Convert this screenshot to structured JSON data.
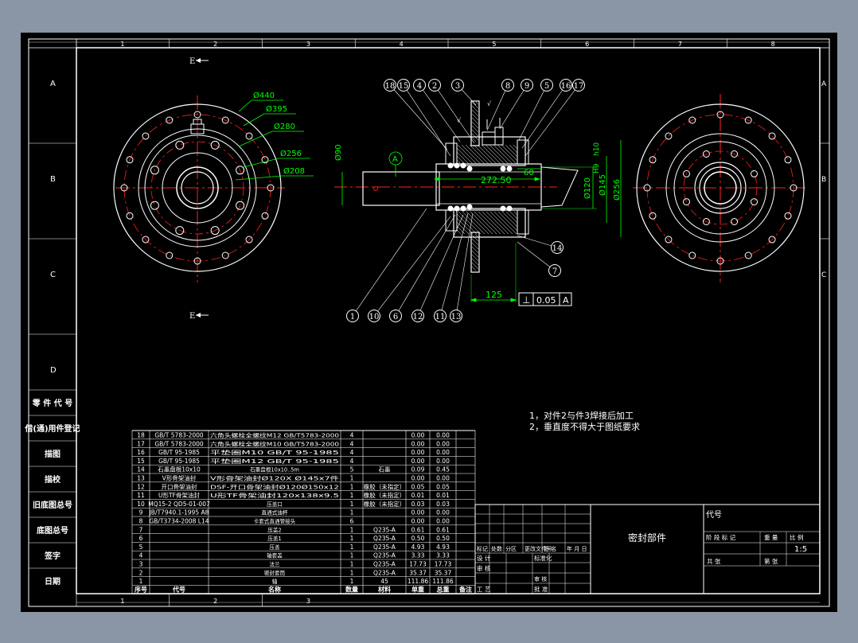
{
  "border": {
    "cols": [
      "1",
      "2",
      "3",
      "4",
      "5",
      "6",
      "7",
      "8"
    ],
    "rows": [
      "A",
      "B",
      "C",
      "D"
    ],
    "bottom_cols": [
      "1",
      "2",
      "3"
    ]
  },
  "left_panel": [
    "零 件 代 号",
    "借(通)用件登记",
    "描图",
    "描校",
    "旧底图总号",
    "底图总号",
    "签字",
    "日期"
  ],
  "section_marks": {
    "top": "E",
    "bottom": "E"
  },
  "front_view_dims": [
    "Ø440",
    "Ø395",
    "Ø280",
    "Ø256",
    "Ø208"
  ],
  "section_dims": {
    "d90": "Ø90",
    "len": "272.50",
    "w60": "60",
    "d120": "Ø120",
    "h9": "H9",
    "h10": "h10",
    "d145": "Ø145",
    "d256": "Ø256",
    "ra": "√",
    "dist125": "125",
    "tol_sym": "⊥",
    "tol_val": "0.05",
    "tol_ref": "A",
    "datum": "A"
  },
  "balloons_top": [
    "18",
    "15",
    "4",
    "2",
    "3",
    "8",
    "9",
    "5",
    "16",
    "17"
  ],
  "balloons_bottom": [
    "1",
    "10",
    "6",
    "12",
    "11",
    "13"
  ],
  "balloons_side": [
    "14",
    "7"
  ],
  "notes": [
    "1，对件2与件3焊接后加工",
    "2，垂直度不得大于图纸要求"
  ],
  "bom": {
    "headers": [
      "序号",
      "代号",
      "名称",
      "数量",
      "材料",
      "单重",
      "总重",
      "备注"
    ],
    "rows": [
      [
        "18",
        "GB/T 5783-2000",
        "六角头螺栓全螺纹M12 GB/T5783-2000",
        "4",
        "",
        "0.00",
        "0.00",
        ""
      ],
      [
        "17",
        "GB/T 5783-2000",
        "六角头螺栓全螺纹M10 GB/T5783-2000",
        "4",
        "",
        "0.00",
        "0.00",
        ""
      ],
      [
        "16",
        "GB/T 95-1985",
        "平垫圈M10 GB/T 95-1985",
        "4",
        "",
        "0.00",
        "0.00",
        ""
      ],
      [
        "15",
        "GB/T 95-1985",
        "平垫圈M12 GB/T 95-1985",
        "4",
        "",
        "0.00",
        "0.00",
        ""
      ],
      [
        "14",
        "石墨盘根10x10",
        "石墨盘根10x10..5m",
        "5",
        "石墨",
        "0.09",
        "0.45",
        ""
      ],
      [
        "13",
        "V形骨架油封",
        "V形骨架油封Ø120X Ø145x7件",
        "1",
        "",
        "0.00",
        "0.00",
        ""
      ],
      [
        "12",
        "开口骨架油封",
        "DSF-开口骨架油封Ø120Ø150x12",
        "1",
        "橡胶（未指定）",
        "0.05",
        "0.05",
        ""
      ],
      [
        "11",
        "U形TF骨架油封",
        "U形TF骨架油封120x138x9.5",
        "1",
        "橡胶（未指定）",
        "0.01",
        "0.01",
        ""
      ],
      [
        "10",
        "MQ15-2 QD5-01-007",
        "压盖口",
        "1",
        "橡胶（未指定）",
        "0.03",
        "0.03",
        ""
      ],
      [
        "9",
        "JB/T7940.1-1995 A8",
        "直通式油杯",
        "1",
        "",
        "0.00",
        "0.00",
        ""
      ],
      [
        "8",
        "GB/T3734-2008 L14",
        "卡套式直通管接头",
        "6",
        "",
        "0.00",
        "0.00",
        ""
      ],
      [
        "7",
        "",
        "压盖2",
        "1",
        "Q235-A",
        "0.61",
        "0.61",
        ""
      ],
      [
        "6",
        "",
        "压盖1",
        "1",
        "Q235-A",
        "0.50",
        "0.50",
        ""
      ],
      [
        "5",
        "",
        "压盖",
        "1",
        "Q235-A",
        "4.93",
        "4.93",
        ""
      ],
      [
        "4",
        "",
        "轴套盖",
        "1",
        "Q235-A",
        "3.33",
        "3.33",
        ""
      ],
      [
        "3",
        "",
        "法兰",
        "1",
        "Q235-A",
        "17.73",
        "17.73",
        ""
      ],
      [
        "2",
        "",
        "密封套筒",
        "1",
        "Q235-A",
        "35.37",
        "35.37",
        ""
      ],
      [
        "1",
        "",
        "轴",
        "1",
        "45",
        "111.86",
        "111.86",
        ""
      ]
    ]
  },
  "title_block": {
    "part_name": "密封部件",
    "rev_labels": [
      "标记",
      "处数",
      "分区",
      "更改文件号",
      "签 名",
      "年 月 日"
    ],
    "left_grid": [
      [
        "设 计",
        "",
        "标准化"
      ],
      [
        "审 核",
        "",
        ""
      ],
      [
        "工 艺",
        "",
        "批 准"
      ]
    ],
    "right_small": [
      "阶 段 标 记",
      "重 量",
      "比 例"
    ],
    "scale": "1:5",
    "sheet": [
      "共   张",
      "第   张"
    ],
    "code_label": "代号"
  }
}
